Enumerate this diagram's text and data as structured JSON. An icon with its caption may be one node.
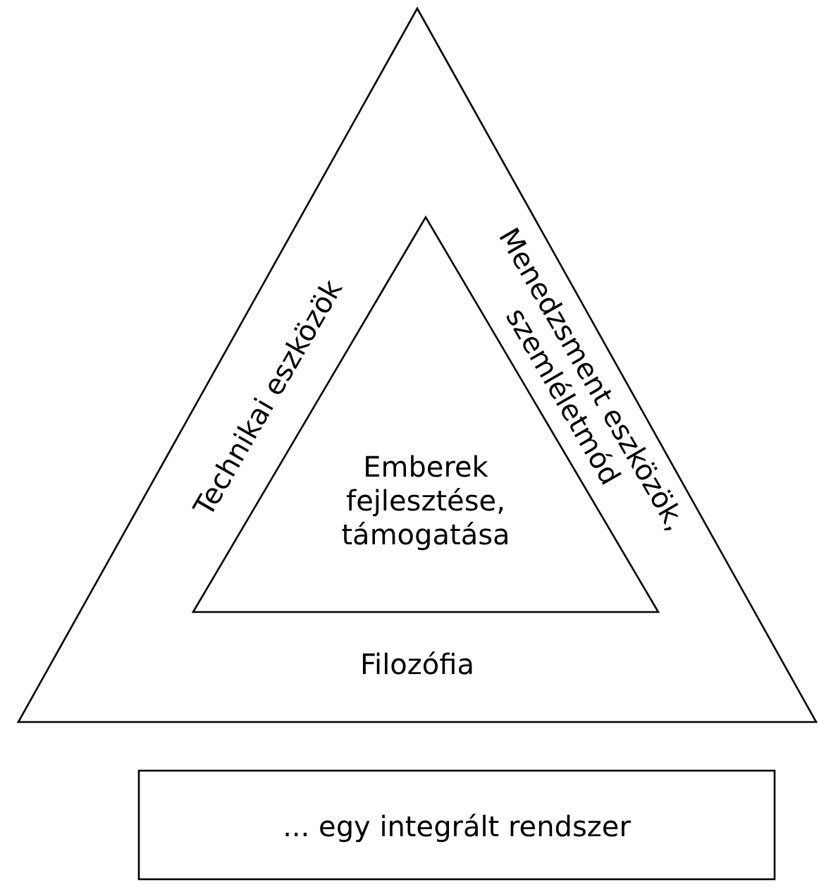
{
  "diagram": {
    "nodes": [
      {
        "text": [
          "Technikai eszközök",
          "Menedzsment eszközök, szemléletmód",
          "Filozófia"
        ]
      },
      {
        "text": [
          "Emberek fejlesztése, támogatása"
        ],
        "in": 0
      },
      {
        "text": [
          "... egy integrált rendszer"
        ]
      }
    ]
  }
}
